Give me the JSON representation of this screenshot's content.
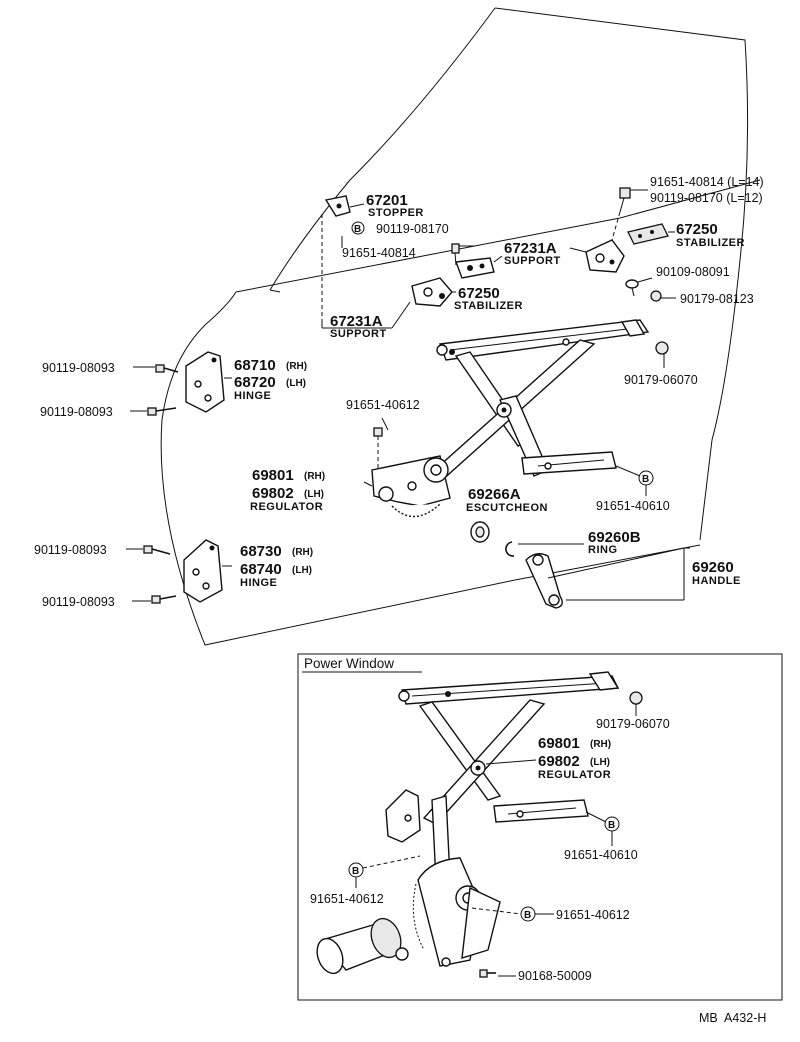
{
  "labels": {
    "p67201": "67201",
    "stopper": "STOPPER",
    "b_top": "B",
    "p90119_08170": "90119-08170",
    "p91651_40814": "91651-40814",
    "p67231a_top": "67231A",
    "support_top": "SUPPORT",
    "p67250_mid": "67250",
    "stabilizer_mid": "STABILIZER",
    "p67231a_left": "67231A",
    "support_left": "SUPPORT",
    "p91651_40814_l14": "91651-40814 (L=14)",
    "p90119_08170_l12": "90119-08170 (L=12)",
    "p67250_right": "67250",
    "stabilizer_right": "STABILIZER",
    "p90109_08091": "90109-08091",
    "p90179_08123": "90179-08123",
    "p90179_06070": "90179-06070",
    "p90119_08093_a": "90119-08093",
    "p90119_08093_b": "90119-08093",
    "p90119_08093_c": "90119-08093",
    "p90119_08093_d": "90119-08093",
    "p68710": "68710",
    "rh1": "(RH)",
    "p68720": "68720",
    "lh1": "(LH)",
    "hinge1": "HINGE",
    "p68730": "68730",
    "rh2": "(RH)",
    "p68740": "68740",
    "lh2": "(LH)",
    "hinge2": "HINGE",
    "p91651_40612": "91651-40612",
    "p69801": "69801",
    "rh3": "(RH)",
    "p69802": "69802",
    "lh3": "(LH)",
    "regulator": "REGULATOR",
    "b_right": "B",
    "p91651_40610": "91651-40610",
    "p69266a": "69266A",
    "escutcheon": "ESCUTCHEON",
    "p69260b": "69260B",
    "ring": "RING",
    "p69260": "69260",
    "handle": "HANDLE"
  },
  "power_window": {
    "title": "Power Window",
    "p90179_06070": "90179-06070",
    "p69801": "69801",
    "rh": "(RH)",
    "p69802": "69802",
    "lh": "(LH)",
    "regulator": "REGULATOR",
    "b1": "B",
    "p91651_40610": "91651-40610",
    "b2": "B",
    "p91651_40612_left": "91651-40612",
    "b3": "B",
    "p91651_40612_right": "91651-40612",
    "p90168_50009": "90168-50009"
  },
  "footer": {
    "code": "MB  A432-H"
  }
}
